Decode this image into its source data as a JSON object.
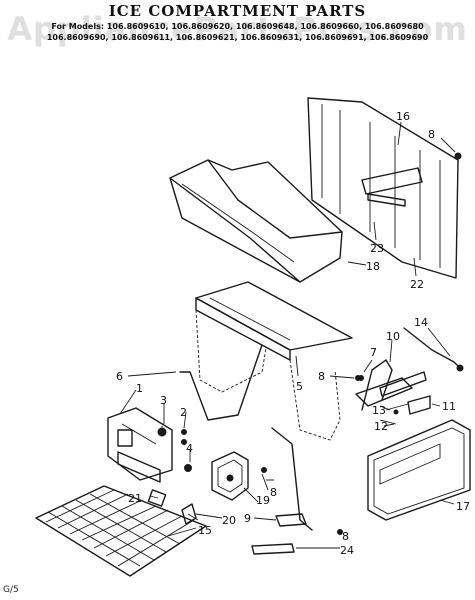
{
  "header": {
    "title": "ICE COMPARTMENT PARTS",
    "models_line1": "For Models: 106.8609610, 106.8609620, 106.8609648, 106.8609660, 106.8609680",
    "models_line2": "106.8609690, 106.8609611, 106.8609621, 106.8609631, 106.8609691, 106.8609690"
  },
  "watermark": "AppliancePartsPros.com",
  "footer": "G/5",
  "callouts": [
    "1",
    "2",
    "3",
    "4",
    "5",
    "6",
    "7",
    "8",
    "9",
    "10",
    "11",
    "12",
    "13",
    "14",
    "15",
    "16",
    "17",
    "18",
    "19",
    "20",
    "21",
    "22",
    "23",
    "24"
  ],
  "callout_labels": {
    "c1": "1",
    "c2": "2",
    "c3": "3",
    "c4": "4",
    "c5": "5",
    "c6": "6",
    "c7": "7",
    "c8a": "8",
    "c8b": "8",
    "c8c": "8",
    "c8d": "8",
    "c9": "9",
    "c10": "10",
    "c11": "11",
    "c12": "12",
    "c13": "13",
    "c14": "14",
    "c15": "15",
    "c16": "16",
    "c17": "17",
    "c18": "18",
    "c19": "19",
    "c20": "20",
    "c21": "21",
    "c22": "22",
    "c23": "23",
    "c24": "24"
  }
}
